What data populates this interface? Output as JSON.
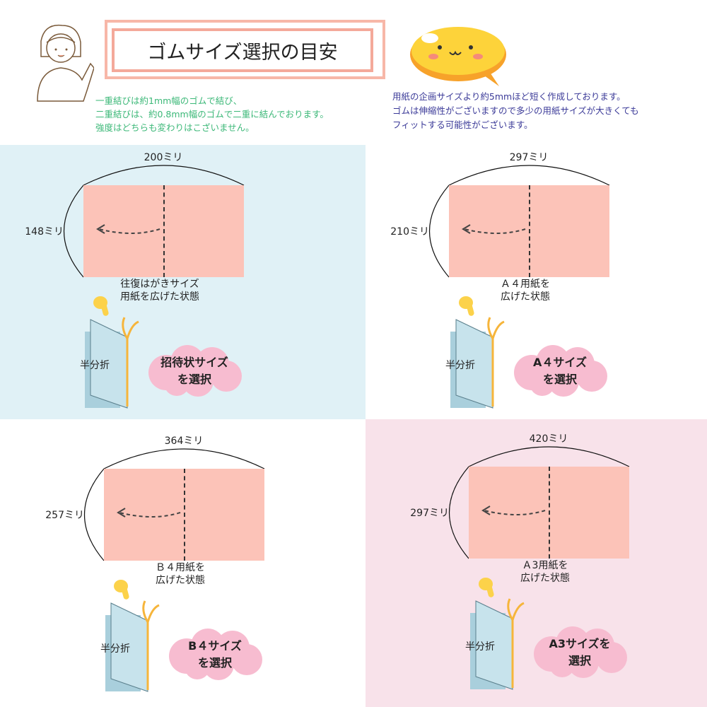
{
  "header": {
    "title": "ゴムサイズ選択の目安",
    "left_note": [
      "一重結びは約1mm幅のゴムで結び、",
      "二重結びは、約0.8mm幅のゴムで二重に結んでおります。",
      "強度はどちらも変わりはこざいません。"
    ],
    "right_note": [
      "用紙の企画サイズより約5mmほど短く作成しております。",
      "ゴムは伸縮性がございますので多少の用紙サイズが大きくても",
      "フィットする可能性がございます。"
    ]
  },
  "panels": [
    {
      "width": "200ミリ",
      "height": "148ミリ",
      "caption": [
        "往復はがきサイズ",
        "用紙を広げた状態"
      ],
      "fold": "半分折",
      "choice": "招待状サイズ\nを選択",
      "bg": "#e0f1f6"
    },
    {
      "width": "297ミリ",
      "height": "210ミリ",
      "caption": [
        "Ａ４用紙を",
        "広げた状態"
      ],
      "fold": "半分折",
      "choice": "A４サイズ\nを選択",
      "bg": "#ffffff"
    },
    {
      "width": "364ミリ",
      "height": "257ミリ",
      "caption": [
        "Ｂ４用紙を",
        "広げた状態"
      ],
      "fold": "半分折",
      "choice": "B４サイズ\nを選択",
      "bg": "#ffffff"
    },
    {
      "width": "420ミリ",
      "height": "297ミリ",
      "caption": [
        "Ａ3用紙を",
        "広げた状態"
      ],
      "fold": "半分折",
      "choice": "A3サイズを\n選択",
      "bg": "#f8e2ea"
    }
  ]
}
